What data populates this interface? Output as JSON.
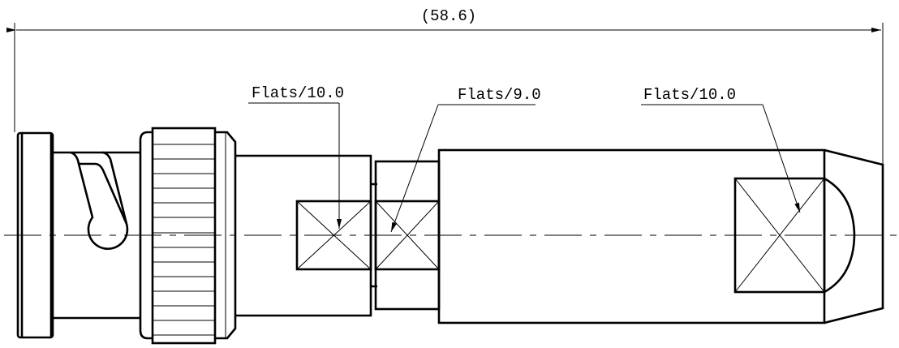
{
  "title": "BNC connector outline drawing",
  "dimensions": {
    "overall_length": "(58.6)"
  },
  "callouts": [
    {
      "label": "Flats/10.0"
    },
    {
      "label": "Flats/9.0"
    },
    {
      "label": "Flats/10.0"
    }
  ],
  "colors": {
    "line": "#000000",
    "background": "#ffffff"
  }
}
